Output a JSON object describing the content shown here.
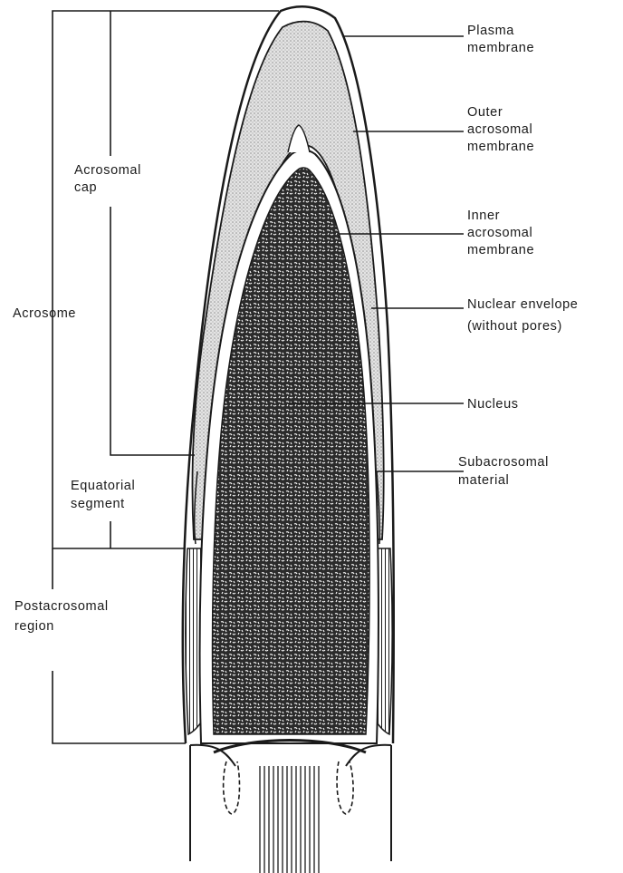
{
  "labels": {
    "plasma_membrane": [
      "Plasma",
      "membrane"
    ],
    "outer_acrosomal_membrane": [
      "Outer",
      "acrosomal",
      "membrane"
    ],
    "inner_acrosomal_membrane": [
      "Inner",
      "acrosomal",
      "membrane"
    ],
    "nuclear_envelope": [
      "Nuclear envelope",
      "(without pores)"
    ],
    "nucleus": [
      "Nucleus"
    ],
    "subacrosomal_material": [
      "Subacrosomal",
      "material"
    ],
    "acrosomal_cap": [
      "Acrosomal",
      "cap"
    ],
    "acrosome": [
      "Acrosome"
    ],
    "equatorial_segment": [
      "Equatorial",
      "segment"
    ],
    "postacrosomal_region": [
      "Postacrosomal",
      "region"
    ]
  },
  "colors": {
    "ink": "#1a1a1a",
    "acrosome_fill": "#c9c9c9",
    "nucleus_fill": "#2b2b2b",
    "background": "#ffffff"
  }
}
